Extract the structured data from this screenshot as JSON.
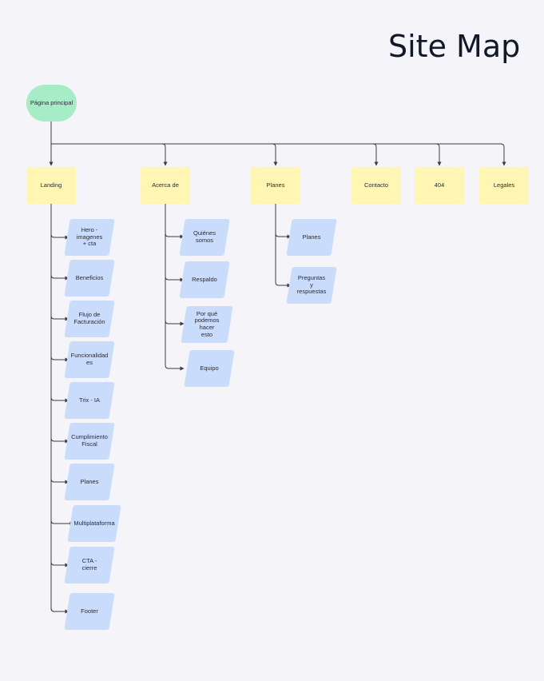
{
  "title": "Site Map",
  "root": {
    "label": "Página principal"
  },
  "sections": [
    {
      "label": "Landing",
      "children": [
        "Hero - imagenes + cta",
        "Beneficios",
        "Flujo de Facturación",
        "Funcionalidad es",
        "Trix - IA",
        "Cumplimiento Fiscal",
        "Planes",
        "Multiplataforma",
        "CTA - cierre",
        "Footer"
      ]
    },
    {
      "label": "Acerca de",
      "children": [
        "Quiénes somos",
        "Respaldo",
        "Por qué podemos hacer esto",
        "Equipo"
      ]
    },
    {
      "label": "Planes",
      "children": [
        "Planes",
        "Preguntas y respuestas"
      ]
    },
    {
      "label": "Contacto",
      "children": []
    },
    {
      "label": "404",
      "children": []
    },
    {
      "label": "Legales",
      "children": []
    }
  ],
  "colors": {
    "root": "#a6ecc6",
    "section": "#fff6b3",
    "page": "#cadcfc",
    "line": "#3a3a44"
  }
}
